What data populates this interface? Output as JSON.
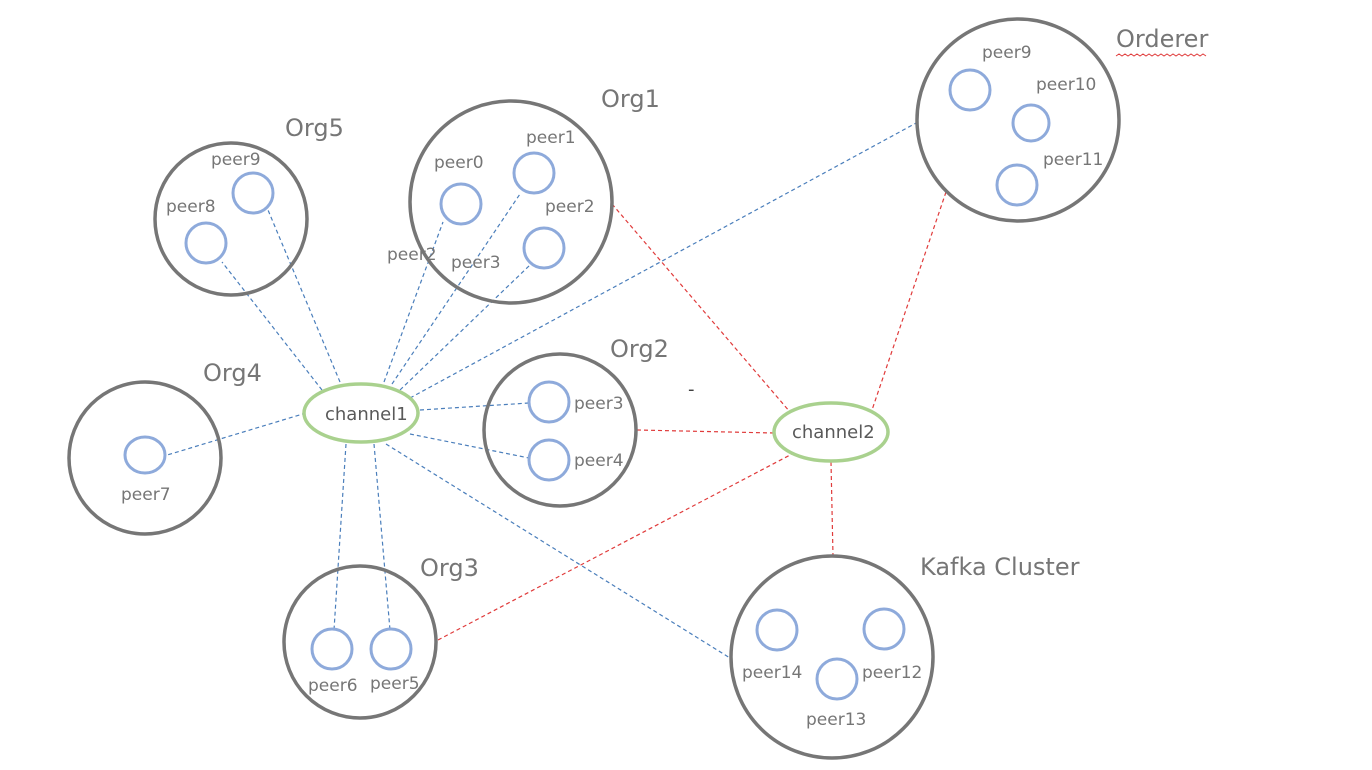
{
  "orgs": {
    "orderer": {
      "label": "Orderer"
    },
    "org1": {
      "label": "Org1"
    },
    "org2": {
      "label": "Org2"
    },
    "org3": {
      "label": "Org3"
    },
    "org4": {
      "label": "Org4"
    },
    "org5": {
      "label": "Org5"
    },
    "kafka": {
      "label": "Kafka Cluster"
    }
  },
  "peers": {
    "orderer_peer9": "peer9",
    "orderer_peer10": "peer10",
    "orderer_peer11": "peer11",
    "org1_peer0": "peer0",
    "org1_peer1": "peer1",
    "org1_peer2": "peer2",
    "org1_peer3": "peer3",
    "org1_outside_peer2": "peer2",
    "org5_peer9": "peer9",
    "org5_peer8": "peer8",
    "org2_peer3": "peer3",
    "org2_peer4": "peer4",
    "org4_peer7": "peer7",
    "org3_peer6": "peer6",
    "org3_peer5": "peer5",
    "kafka_peer14": "peer14",
    "kafka_peer12": "peer12",
    "kafka_peer13": "peer13"
  },
  "channels": {
    "channel1": "channel1",
    "channel2": "channel2"
  },
  "stray_mark": "-",
  "colors": {
    "org_outline": "#767676",
    "peer_outline": "#8eaadb",
    "channel_outline": "#a9d18e",
    "channel1_links": "#4a7ebb",
    "channel2_links": "#e03b3b"
  }
}
